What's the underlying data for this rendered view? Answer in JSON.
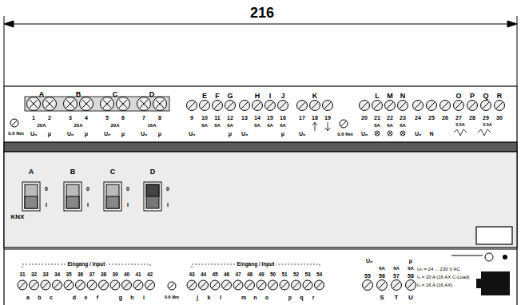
{
  "diagram": {
    "labels": [
      "216",
      "A",
      "B",
      "C",
      "D",
      "1",
      "2",
      "3",
      "4",
      "5",
      "6",
      "7",
      "8",
      "20A",
      "20A",
      "20A",
      "16A",
      "Uₙ",
      "μ",
      "Uₙ",
      "μ",
      "Uₙ",
      "μ",
      "Uₙ",
      "μ",
      "E",
      "F",
      "G",
      "9",
      "10",
      "11",
      "12",
      "6A",
      "6A",
      "6A",
      "Uₙ",
      "μ",
      "H",
      "I",
      "J",
      "13",
      "14",
      "15",
      "16",
      "6A",
      "6A",
      "6A",
      "Uₙ",
      "μ",
      "K",
      "17",
      "18",
      "19",
      "Uₙ",
      "0.6 Nm",
      "L",
      "M",
      "N",
      "20",
      "21",
      "22",
      "23",
      "6A",
      "6A",
      "6A",
      "Uₙ",
      "O",
      "P",
      "Q",
      "R",
      "24",
      "25",
      "26",
      "27",
      "28",
      "29",
      "30",
      "0.5A",
      "0.5A",
      "Uₙ",
      "N",
      "0.6 Nm",
      "A",
      "B",
      "C",
      "D",
      "0",
      "I",
      "0",
      "I",
      "0",
      "I",
      "0",
      "I",
      "KNX",
      "Eingang / Input",
      "Eingang / Input",
      "31",
      "32",
      "33",
      "34",
      "35",
      "36",
      "37",
      "38",
      "39",
      "40",
      "41",
      "42",
      "43",
      "44",
      "45",
      "46",
      "47",
      "48",
      "49",
      "50",
      "51",
      "52",
      "53",
      "54",
      "a",
      "b",
      "c",
      "d",
      "e",
      "f",
      "g",
      "h",
      "i",
      "j",
      "k",
      "l",
      "m",
      "n",
      "o",
      "p",
      "q",
      "r",
      "Uₙ",
      "μ",
      "55",
      "56",
      "57",
      "58",
      "6A",
      "6A",
      "6A",
      "S",
      "T",
      "U",
      "0.6 Nm",
      "Uₙ = 24 ... 230 V AC",
      "Iₙ = 20 A (16 AX C-Load)",
      "Iₙ = 16 A (16 AX)"
    ]
  }
}
